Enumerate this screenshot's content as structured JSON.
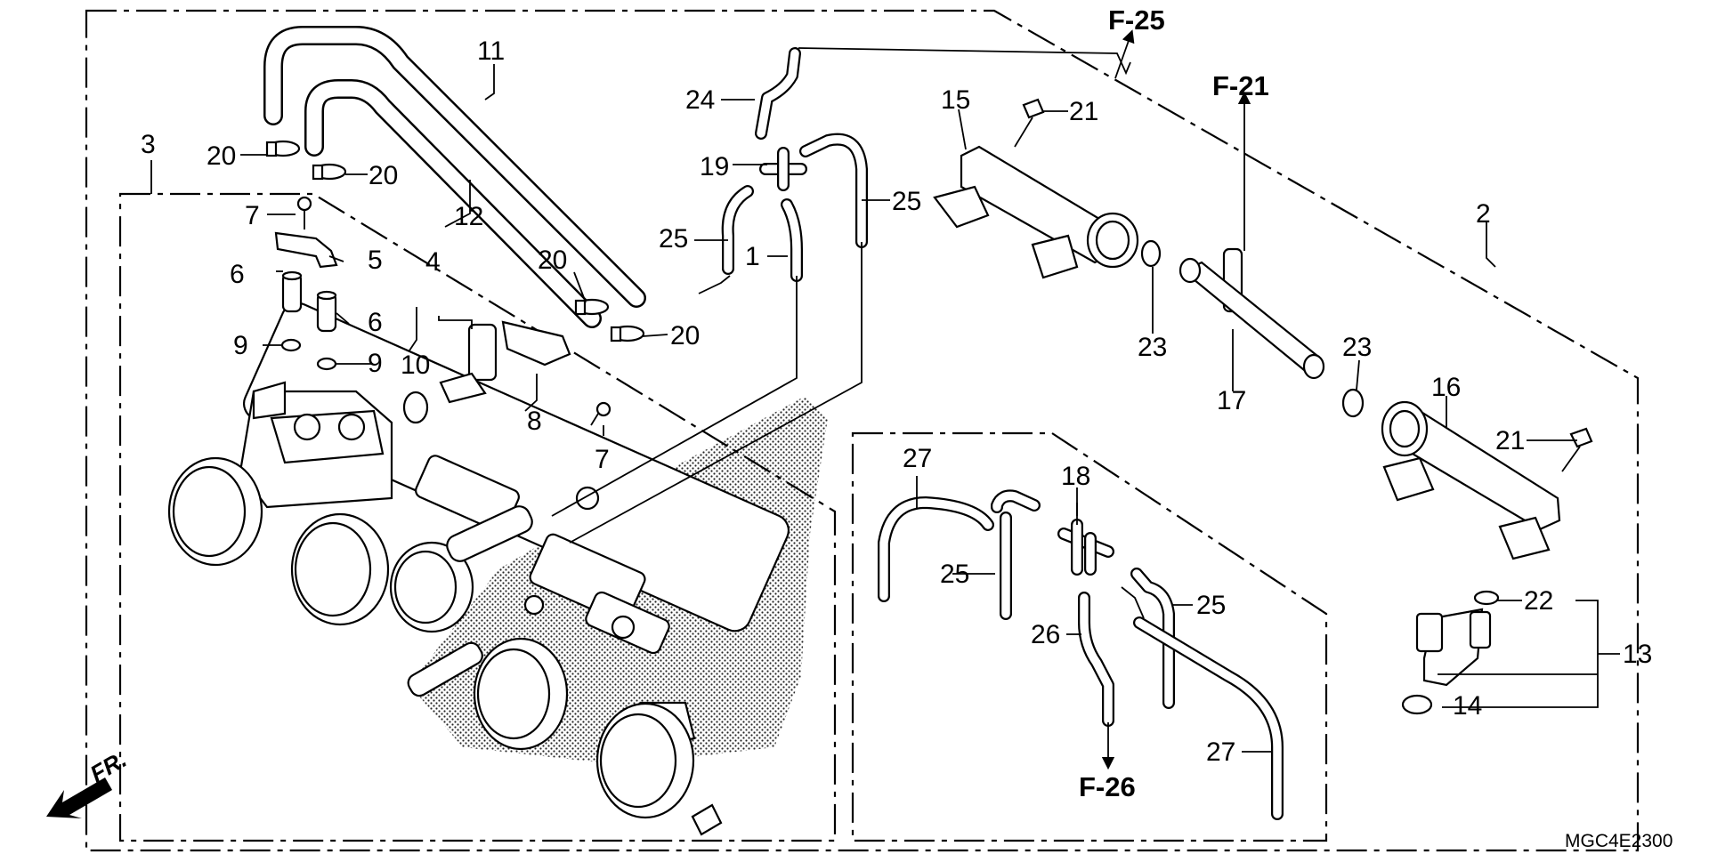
{
  "diagram_code": "MGC4E2300",
  "direction_label": "FR.",
  "references": {
    "f25": "F-25",
    "f21": "F-21",
    "f26": "F-26"
  },
  "callouts": {
    "c1": "1",
    "c2": "2",
    "c3": "3",
    "c4": "4",
    "c5": "5",
    "c6a": "6",
    "c6b": "6",
    "c7a": "7",
    "c7b": "7",
    "c8": "8",
    "c9a": "9",
    "c9b": "9",
    "c10": "10",
    "c11": "11",
    "c12": "12",
    "c13": "13",
    "c14": "14",
    "c15": "15",
    "c16": "16",
    "c17": "17",
    "c18": "18",
    "c19": "19",
    "c20a": "20",
    "c20b": "20",
    "c20c": "20",
    "c20d": "20",
    "c21a": "21",
    "c21b": "21",
    "c22": "22",
    "c23a": "23",
    "c23b": "23",
    "c24": "24",
    "c25a": "25",
    "c25b": "25",
    "c25c": "25",
    "c25d": "25",
    "c26": "26",
    "c27a": "27",
    "c27b": "27"
  }
}
